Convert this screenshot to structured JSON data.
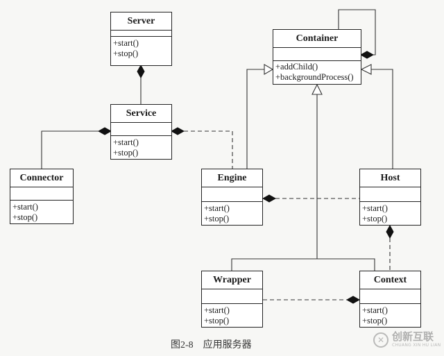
{
  "classes": {
    "server": {
      "name": "Server",
      "ops": [
        "+start()",
        "+stop()"
      ]
    },
    "container": {
      "name": "Container",
      "ops": [
        "+addChild()",
        "+backgroundProcess()"
      ]
    },
    "service": {
      "name": "Service",
      "ops": [
        "+start()",
        "+stop()"
      ]
    },
    "connector": {
      "name": "Connector",
      "ops": [
        "+start()",
        "+stop()"
      ]
    },
    "engine": {
      "name": "Engine",
      "ops": [
        "+start()",
        "+stop()"
      ]
    },
    "host": {
      "name": "Host",
      "ops": [
        "+start()",
        "+stop()"
      ]
    },
    "wrapper": {
      "name": "Wrapper",
      "ops": [
        "+start()",
        "+stop()"
      ]
    },
    "context": {
      "name": "Context",
      "ops": [
        "+start()",
        "+stop()"
      ]
    }
  },
  "caption": "图2-8    应用服务器",
  "watermark": {
    "main": "创新互联",
    "sub": "CHUANG XIN HU LIAN"
  }
}
